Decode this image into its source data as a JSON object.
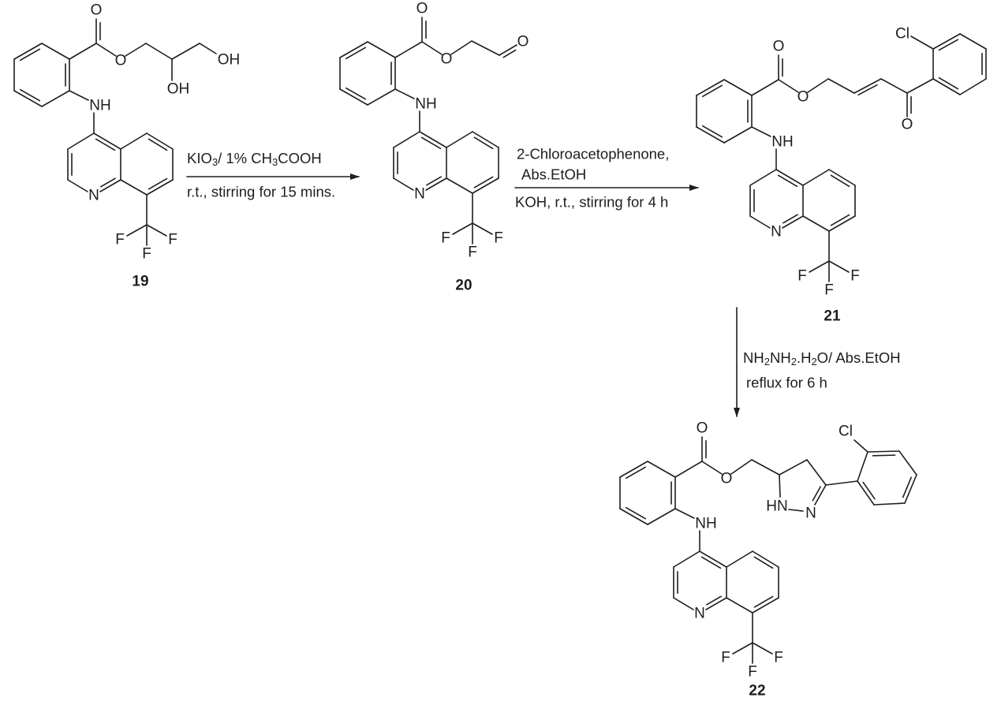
{
  "compounds": [
    {
      "label": "19"
    },
    {
      "label": "20"
    },
    {
      "label": "21"
    },
    {
      "label": "22"
    }
  ],
  "atoms": {
    "O": "O",
    "NH": "NH",
    "N": "N",
    "F": "F",
    "OH": "OH",
    "Cl": "Cl",
    "HN": "HN"
  },
  "steps": [
    {
      "above": [
        "KIO",
        "3",
        "/ 1% CH",
        "3",
        "COOH"
      ],
      "below": "r.t., stirring for 15 mins."
    },
    {
      "above": [
        "2-Chloroacetophenone,",
        "Abs.EtOH"
      ],
      "below": "KOH, r.t., stirring for 4 h"
    },
    {
      "line1": [
        "NH",
        "2",
        "NH",
        "2",
        ".H",
        "2",
        "O/ Abs.EtOH"
      ],
      "line2": "reflux for 6 h"
    }
  ],
  "colors": {
    "ink": "#1e1e1e",
    "background": "#ffffff"
  }
}
